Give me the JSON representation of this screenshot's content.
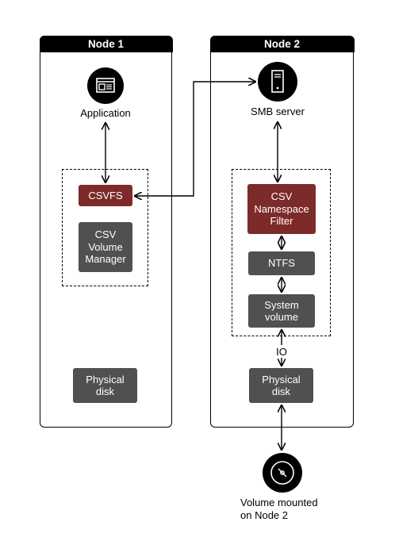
{
  "node1": {
    "title": "Node 1",
    "application_label": "Application",
    "csvfs_label": "CSVFS",
    "volume_manager_label": "CSV\nVolume\nManager",
    "physical_disk_label": "Physical\ndisk"
  },
  "node2": {
    "title": "Node 2",
    "smb_label": "SMB server",
    "namespace_filter_label": "CSV\nNamespace\nFilter",
    "ntfs_label": "NTFS",
    "system_volume_label": "System\nvolume",
    "io_label": "IO",
    "physical_disk_label": "Physical\ndisk"
  },
  "volume": {
    "label": "Volume mounted\non Node 2"
  },
  "icons": [
    "application-window-icon",
    "server-icon",
    "disk-icon"
  ],
  "colors": {
    "box_gray": "#505050",
    "box_red": "#7d2a2a",
    "header": "#000000"
  }
}
